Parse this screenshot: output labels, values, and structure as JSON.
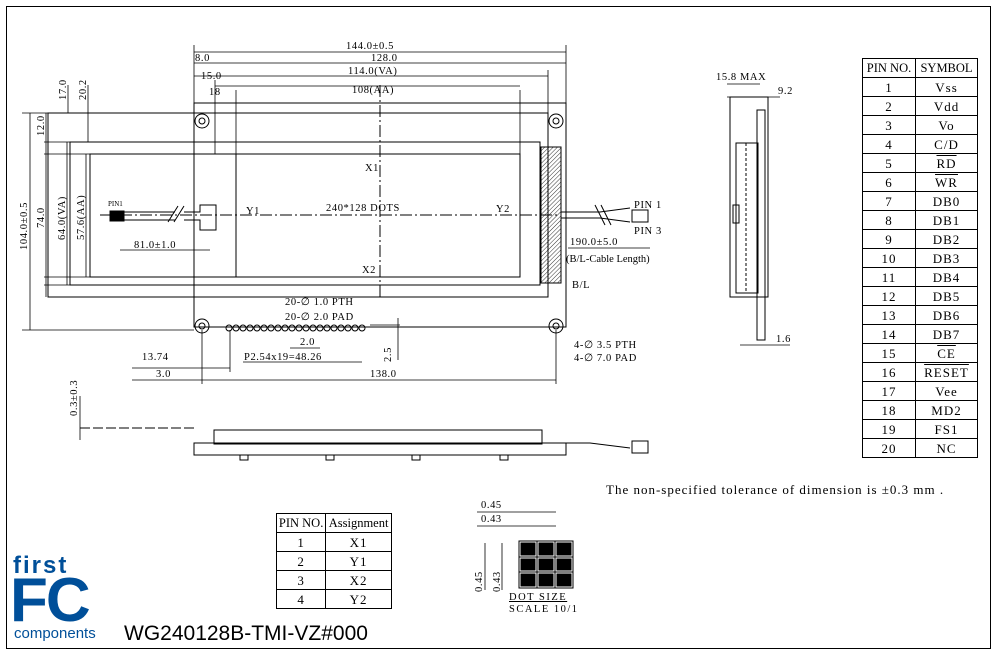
{
  "drawing": {
    "model_number": "WG240128B-TMI-VZ#000",
    "tolerance_note": "The non-specified tolerance of dimension is ±0.3 mm .",
    "logo": {
      "top": "first",
      "main": "FC",
      "bottom": "components",
      "color": "#004f99"
    },
    "dimensions": {
      "outline_width": "144.0±0.5",
      "pcb_inner": "128.0",
      "va_width": "114.0(VA)",
      "aa_width": "108(AA)",
      "left_8": "8.0",
      "left_15": "15.0",
      "left_18": "18",
      "height_17": "17.0",
      "height_20": "20.2",
      "height_12": "12.0",
      "outline_height": "104.0±0.5",
      "height_74": "74.0",
      "va_height": "64.0(VA)",
      "aa_height": "57.6(AA)",
      "dots": "240*128 DOTS",
      "cable_81": "81.0±1.0",
      "cable_190": "190.0±5.0",
      "cable_note": "(B/L-Cable Length)",
      "bl_label": "B/L",
      "pin1": "PIN 1",
      "pin3": "PIN 3",
      "pin1_small": "PIN1",
      "pth_20": "20-∅ 1.0 PTH",
      "pad_20": "20-∅ 2.0 PAD",
      "pitch_2": "2.0",
      "pitch_total": "P2.54x19=48.26",
      "dim_13": "13.74",
      "dim_3": "3.0",
      "dim_138": "138.0",
      "dim_25": "2.5",
      "pth_4": "4-∅ 3.5 PTH",
      "pad_4": "4-∅ 7.0 PAD",
      "side_max": "15.8 MAX",
      "side_92": "9.2",
      "side_16": "1.6",
      "bottom_03": "0.3±0.3",
      "dot_045": "0.45",
      "dot_043": "0.43",
      "dot_size": "DOT SIZE",
      "scale": "SCALE 10/1",
      "x1": "X1",
      "x2": "X2",
      "y1": "Y1",
      "y2": "Y2"
    }
  },
  "pin_table": {
    "headers": [
      "PIN NO.",
      "SYMBOL"
    ],
    "rows": [
      [
        "1",
        "Vss"
      ],
      [
        "2",
        "Vdd"
      ],
      [
        "3",
        "Vo"
      ],
      [
        "4",
        "C/D"
      ],
      [
        "5",
        "RD"
      ],
      [
        "6",
        "WR"
      ],
      [
        "7",
        "DB0"
      ],
      [
        "8",
        "DB1"
      ],
      [
        "9",
        "DB2"
      ],
      [
        "10",
        "DB3"
      ],
      [
        "11",
        "DB4"
      ],
      [
        "12",
        "DB5"
      ],
      [
        "13",
        "DB6"
      ],
      [
        "14",
        "DB7"
      ],
      [
        "15",
        "CE"
      ],
      [
        "16",
        "RESET"
      ],
      [
        "17",
        "Vee"
      ],
      [
        "18",
        "MD2"
      ],
      [
        "19",
        "FS1"
      ],
      [
        "20",
        "NC"
      ]
    ]
  },
  "touch_table": {
    "headers": [
      "PIN NO.",
      "Assignment"
    ],
    "rows": [
      [
        "1",
        "X1"
      ],
      [
        "2",
        "Y1"
      ],
      [
        "3",
        "X2"
      ],
      [
        "4",
        "Y2"
      ]
    ]
  }
}
